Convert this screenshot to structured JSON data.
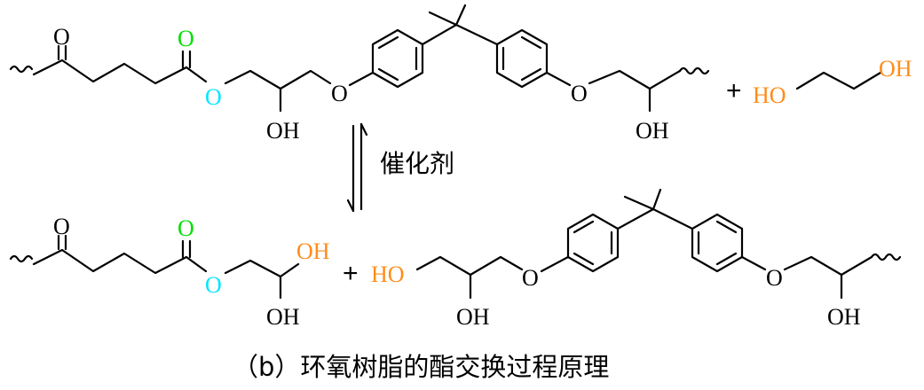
{
  "colors": {
    "black": "#000000",
    "ketone_carbonyl_o": "#000000",
    "ester_carbonyl_o": "#00e000",
    "ester_o": "#00e6ff",
    "hydroxyl_highlight": "#ff8c1a"
  },
  "reaction": {
    "catalyst_label": "催化剂",
    "plus": "+",
    "arrow": "equilibrium"
  },
  "top": {
    "ketone_o": "O",
    "ester_carbonyl_o": "O",
    "ester_o": "O",
    "oh_1": "OH",
    "ether_o_1": "O",
    "ether_o_2": "O",
    "oh_2": "OH",
    "glycol_ho": "HO",
    "glycol_oh": "OH"
  },
  "bottom": {
    "ketone_o": "O",
    "ester_carbonyl_o": "O",
    "ester_o": "O",
    "new_oh": "OH",
    "oh_1": "OH",
    "released_ho": "HO",
    "oh_2": "OH",
    "ether_o_1": "O",
    "ether_o_2": "O",
    "oh_3": "OH"
  },
  "caption": "（b）环氧树脂的酯交换过程原理"
}
